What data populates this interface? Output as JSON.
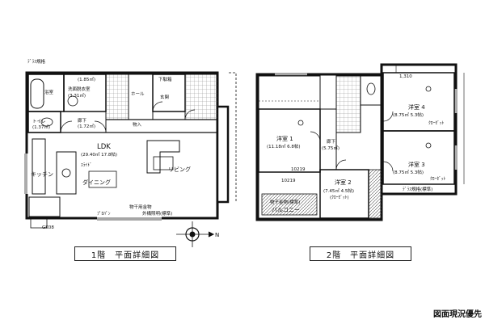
{
  "floor1": {
    "caption": "1階　平面詳細図",
    "rooms": {
      "ldk": "LDK",
      "ldk_size": "(29.40㎡ 17.8帖)",
      "kitchen": "キッチン",
      "dining": "ダイニング",
      "living": "リビング",
      "bath": "浴室",
      "washroom": "洗面脱衣室",
      "toilet": "トイレ",
      "toilet_size": "(1.37㎡)",
      "hall": "ホール",
      "entrance": "玄関",
      "corridor": "廊下",
      "corridor_size": "(1.72㎡)",
      "storage": "物入",
      "shoebox": "下駄箱",
      "closet_size": "(1.85㎡)",
      "wash_size": "(3.31㎡)"
    },
    "notes": {
      "top_left": "ﾃﾞﾗｽ規格",
      "kitchen_note": "ｽﾗｲﾄﾞ",
      "bottom_left": "GK08",
      "bottom_mid": "物干用金物",
      "bottom_mid2": "ﾌﾟﾛﾊﾟﾝ",
      "bottom_right": "外構照明(標準)"
    }
  },
  "floor2": {
    "caption": "2階　平面詳細図",
    "rooms": {
      "room1": "洋室 1",
      "room1_size": "(11.18㎡ 6.8帖)",
      "room2": "洋室 2",
      "room2_size": "(7.45㎡ 4.5帖)",
      "room2_cl": "(ｸﾛｰｾﾞｯﾄ)",
      "room3": "洋室 3",
      "room3_size": "(8.75㎡ 5.3帖)",
      "room3_cl": "ｸﾛｰｾﾞｯﾄ",
      "room4": "洋室 4",
      "room4_size": "(8.75㎡ 5.3帖)",
      "room4_cl": "ｸﾛｰｾﾞｯﾄ",
      "corridor": "廊下",
      "corridor_size": "(5.75㎡)",
      "balcony": "バルコニー",
      "balcony_note": "物干金物(標準)",
      "dim1": "1,310",
      "dim2": "10219",
      "dim3": "10219",
      "note_bottom": "ﾃﾞﾗｽ規格(標準)"
    }
  },
  "compass": {
    "north": "N"
  },
  "footer_note": "図面現況優先"
}
